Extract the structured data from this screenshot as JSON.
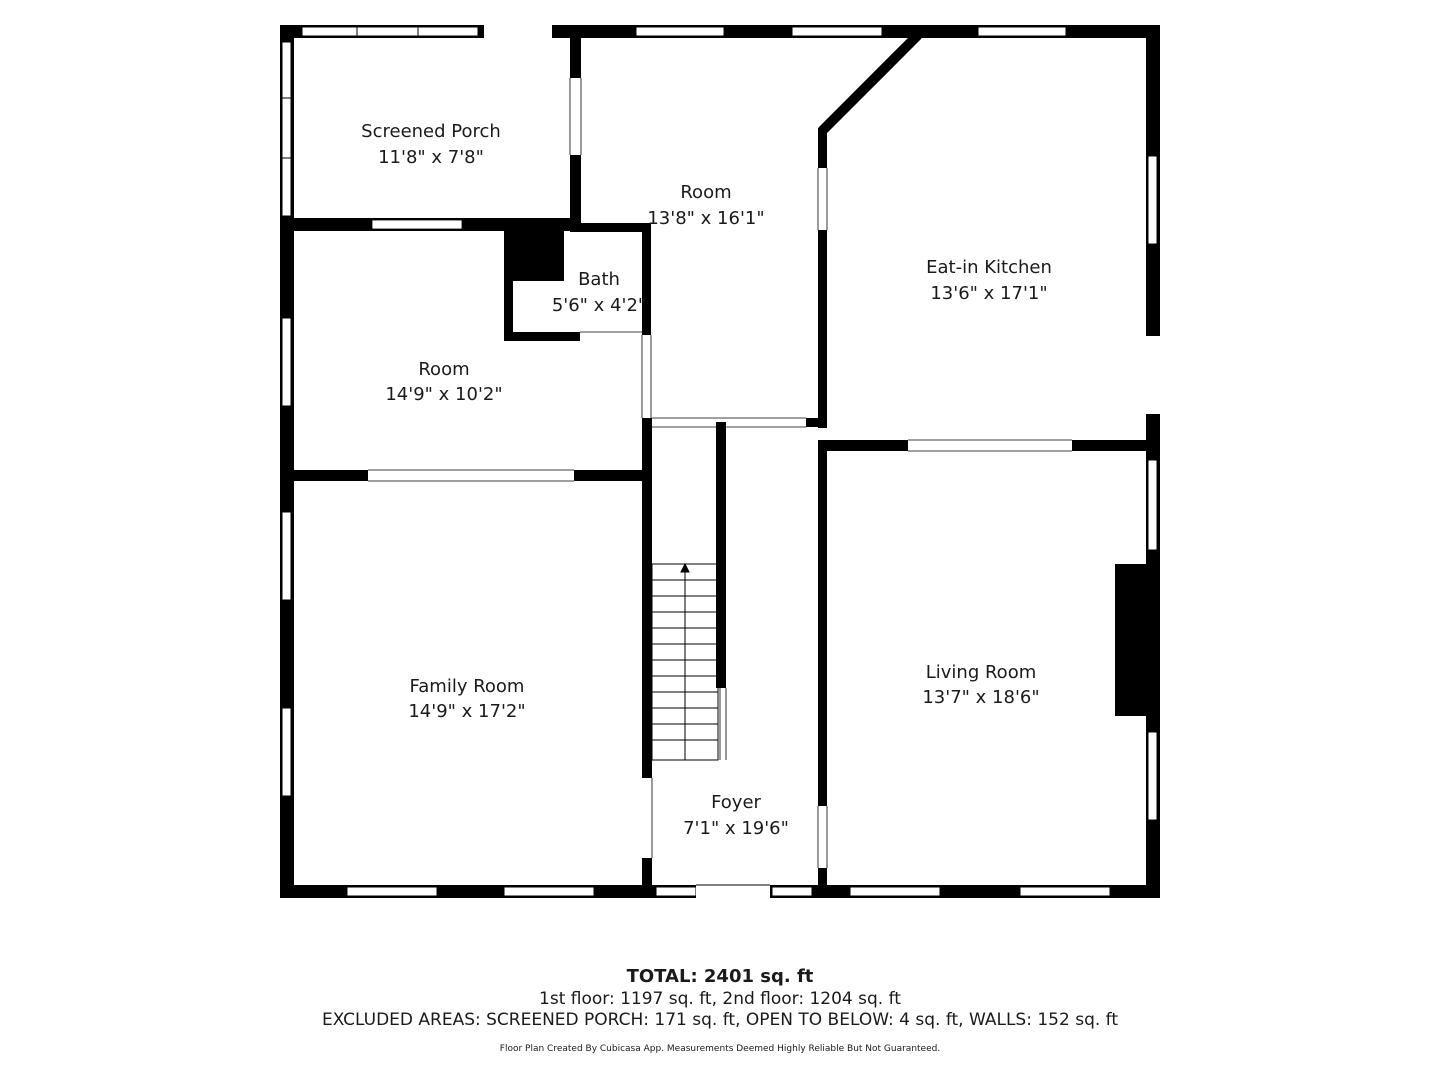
{
  "rooms": {
    "screened_porch": {
      "name": "Screened Porch",
      "dims": "11'8\" x 7'8\""
    },
    "room_north": {
      "name": "Room",
      "dims": "13'8\" x 16'1\""
    },
    "kitchen": {
      "name": "Eat-in Kitchen",
      "dims": "13'6\" x 17'1\""
    },
    "bath": {
      "name": "Bath",
      "dims": "5'6\" x 4'2\""
    },
    "room_west": {
      "name": "Room",
      "dims": "14'9\" x 10'2\""
    },
    "family_room": {
      "name": "Family Room",
      "dims": "14'9\" x 17'2\""
    },
    "living_room": {
      "name": "Living Room",
      "dims": "13'7\" x 18'6\""
    },
    "foyer": {
      "name": "Foyer",
      "dims": "7'1\" x 19'6\""
    }
  },
  "summary": {
    "total": "TOTAL: 2401 sq. ft",
    "floors": "1st floor: 1197 sq. ft, 2nd floor: 1204 sq. ft",
    "excluded": "EXCLUDED AREAS: SCREENED PORCH: 171 sq. ft, OPEN TO BELOW: 4 sq. ft, WALLS: 152 sq. ft"
  },
  "credit": "Floor Plan Created By Cubicasa App. Measurements Deemed Highly Reliable But Not Guaranteed.",
  "colors": {
    "wall": "#000000",
    "window": "#ffffff",
    "background": "#ffffff"
  }
}
